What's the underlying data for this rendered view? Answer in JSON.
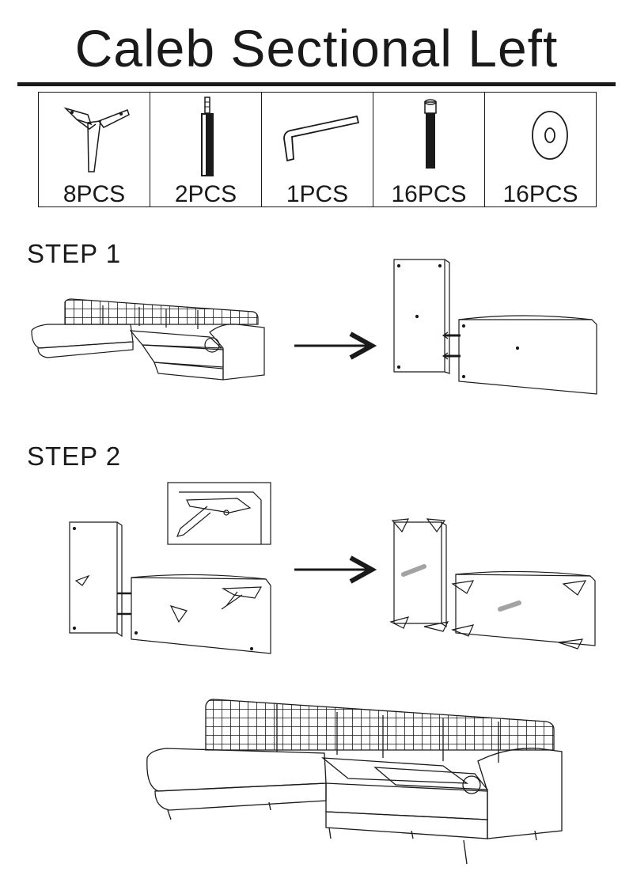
{
  "header": {
    "title": "Caleb Sectional Left"
  },
  "parts": [
    {
      "icon": "tripod-leg-icon",
      "qty": "8PCS"
    },
    {
      "icon": "center-leg-icon",
      "qty": "2PCS"
    },
    {
      "icon": "allen-key-icon",
      "qty": "1PCS"
    },
    {
      "icon": "bolt-icon",
      "qty": "16PCS"
    },
    {
      "icon": "washer-icon",
      "qty": "16PCS"
    }
  ],
  "steps": [
    {
      "label": "STEP 1"
    },
    {
      "label": "STEP 2"
    }
  ]
}
